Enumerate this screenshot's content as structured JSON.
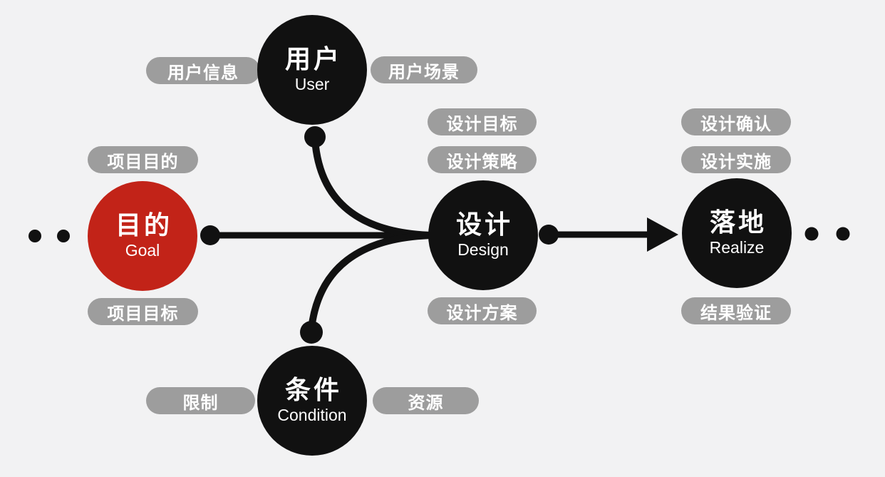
{
  "diagram_title": "design-process-flow",
  "colors": {
    "background": "#f2f2f3",
    "node_black": "#111111",
    "accent_red": "#c22318",
    "pill_gray": "#9d9d9d",
    "pill_text": "#ffffff",
    "connector": "#111111"
  },
  "nodes": {
    "goal": {
      "zh": "目的",
      "en": "Goal"
    },
    "user": {
      "zh": "用户",
      "en": "User"
    },
    "design": {
      "zh": "设计",
      "en": "Design"
    },
    "realize": {
      "zh": "落地",
      "en": "Realize"
    },
    "condition": {
      "zh": "条件",
      "en": "Condition"
    }
  },
  "pills": {
    "goal_top": "项目目的",
    "goal_bottom": "项目目标",
    "user_left": "用户信息",
    "user_right": "用户场景",
    "design_top1": "设计目标",
    "design_top2": "设计策略",
    "design_bottom": "设计方案",
    "realize_top1": "设计确认",
    "realize_top2": "设计实施",
    "realize_bottom": "结果验证",
    "condition_left": "限制",
    "condition_right": "资源"
  }
}
